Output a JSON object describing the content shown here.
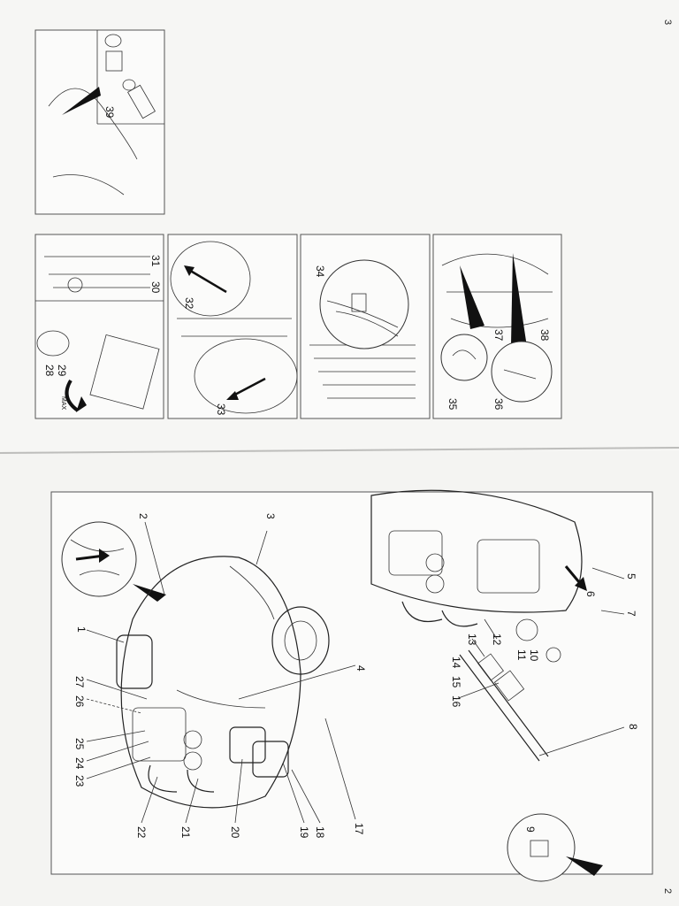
{
  "page_numbers": {
    "left_page": "2",
    "right_page": "3"
  },
  "main_figure": {
    "callouts": [
      "1",
      "2",
      "3",
      "4",
      "5",
      "6",
      "7",
      "8",
      "9",
      "10",
      "11",
      "12",
      "13",
      "14",
      "15",
      "16",
      "17",
      "18",
      "19",
      "20",
      "21",
      "22",
      "23",
      "24",
      "25",
      "26",
      "27"
    ]
  },
  "detail_figures": [
    {
      "callouts": [
        "28",
        "29",
        "30",
        "31"
      ],
      "label": "MAX"
    },
    {
      "callouts": [
        "32",
        "33"
      ]
    },
    {
      "callouts": [
        "34"
      ]
    },
    {
      "callouts": [
        "35",
        "36",
        "37",
        "38"
      ]
    },
    {
      "callouts": [
        "39"
      ]
    }
  ]
}
